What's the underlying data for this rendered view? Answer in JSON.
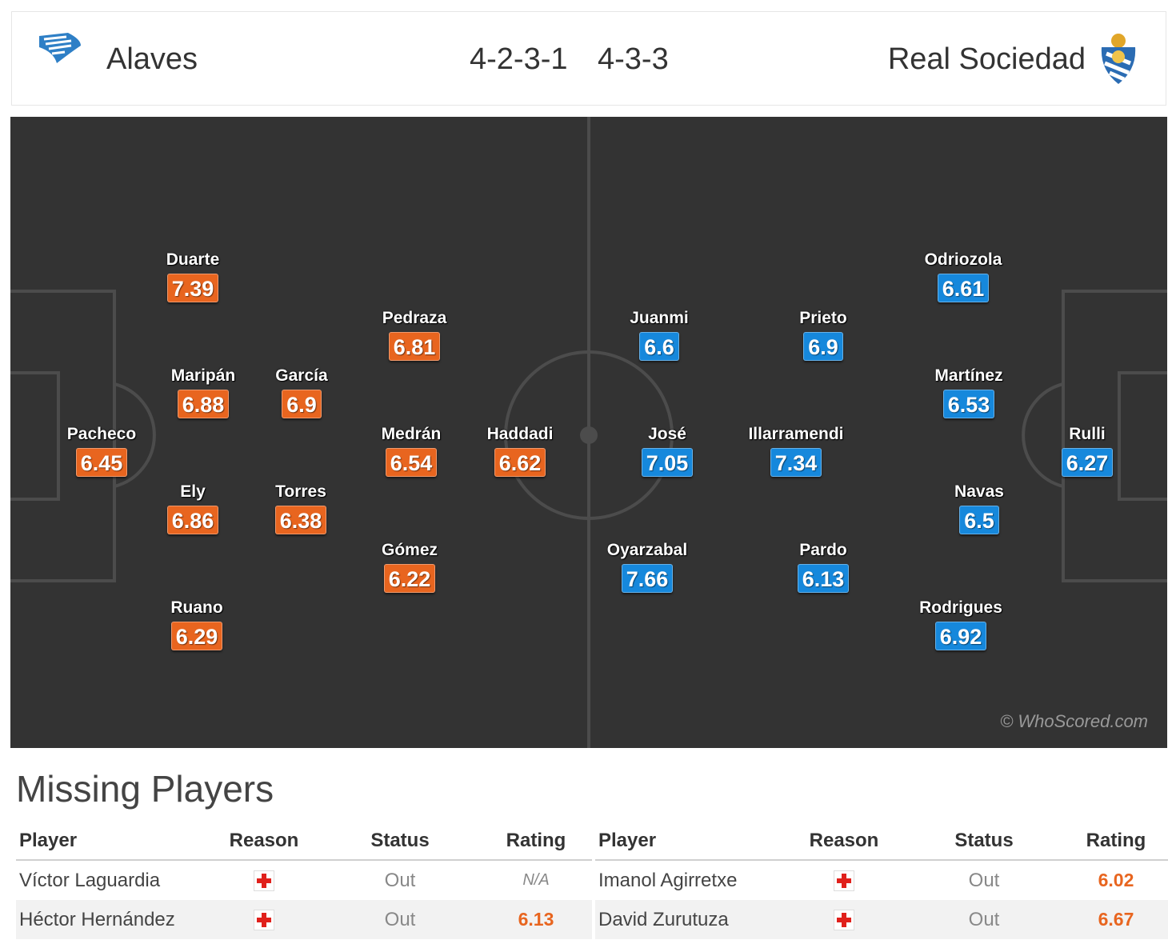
{
  "header": {
    "home_team": "Alaves",
    "away_team": "Real Sociedad",
    "home_formation": "4-2-3-1",
    "away_formation": "4-3-3",
    "home_crest_icon": "alaves-crest-icon",
    "away_crest_icon": "real-sociedad-crest-icon"
  },
  "colors": {
    "home": "#e8651f",
    "away": "#1688dc",
    "pitch": "#333333"
  },
  "home_players": [
    {
      "name": "Pacheco",
      "rating": "6.45"
    },
    {
      "name": "Duarte",
      "rating": "7.39"
    },
    {
      "name": "Maripán",
      "rating": "6.88"
    },
    {
      "name": "Ely",
      "rating": "6.86"
    },
    {
      "name": "Ruano",
      "rating": "6.29"
    },
    {
      "name": "García",
      "rating": "6.9"
    },
    {
      "name": "Torres",
      "rating": "6.38"
    },
    {
      "name": "Pedraza",
      "rating": "6.81"
    },
    {
      "name": "Medrán",
      "rating": "6.54"
    },
    {
      "name": "Gómez",
      "rating": "6.22"
    },
    {
      "name": "Haddadi",
      "rating": "6.62"
    }
  ],
  "away_players": [
    {
      "name": "Juanmi",
      "rating": "6.6"
    },
    {
      "name": "José",
      "rating": "7.05"
    },
    {
      "name": "Oyarzabal",
      "rating": "7.66"
    },
    {
      "name": "Prieto",
      "rating": "6.9"
    },
    {
      "name": "Illarramendi",
      "rating": "7.34"
    },
    {
      "name": "Pardo",
      "rating": "6.13"
    },
    {
      "name": "Odriozola",
      "rating": "6.61"
    },
    {
      "name": "Martínez",
      "rating": "6.53"
    },
    {
      "name": "Navas",
      "rating": "6.5"
    },
    {
      "name": "Rodrigues",
      "rating": "6.92"
    },
    {
      "name": "Rulli",
      "rating": "6.27"
    }
  ],
  "watermark": "© WhoScored.com",
  "missing": {
    "title": "Missing Players",
    "headers": {
      "player": "Player",
      "reason": "Reason",
      "status": "Status",
      "rating": "Rating"
    },
    "home": [
      {
        "player": "Víctor Laguardia",
        "reason": "injury-icon",
        "status": "Out",
        "rating": "N/A"
      },
      {
        "player": "Héctor Hernández",
        "reason": "injury-icon",
        "status": "Out",
        "rating": "6.13"
      }
    ],
    "away": [
      {
        "player": "Imanol Agirretxe",
        "reason": "injury-icon",
        "status": "Out",
        "rating": "6.02"
      },
      {
        "player": "David Zurutuza",
        "reason": "injury-icon",
        "status": "Out",
        "rating": "6.67"
      }
    ]
  }
}
